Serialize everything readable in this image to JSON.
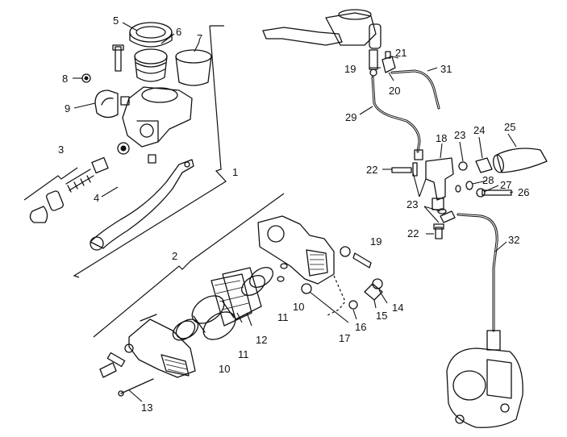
{
  "callouts": [
    "1",
    "2",
    "3",
    "4",
    "5",
    "6",
    "7",
    "8",
    "9",
    "10",
    "10",
    "11",
    "11",
    "12",
    "13",
    "14",
    "15",
    "16",
    "17",
    "18",
    "19",
    "19",
    "20",
    "21",
    "22",
    "22",
    "23",
    "23",
    "24",
    "25",
    "26",
    "27",
    "28",
    "29",
    "31",
    "32"
  ]
}
